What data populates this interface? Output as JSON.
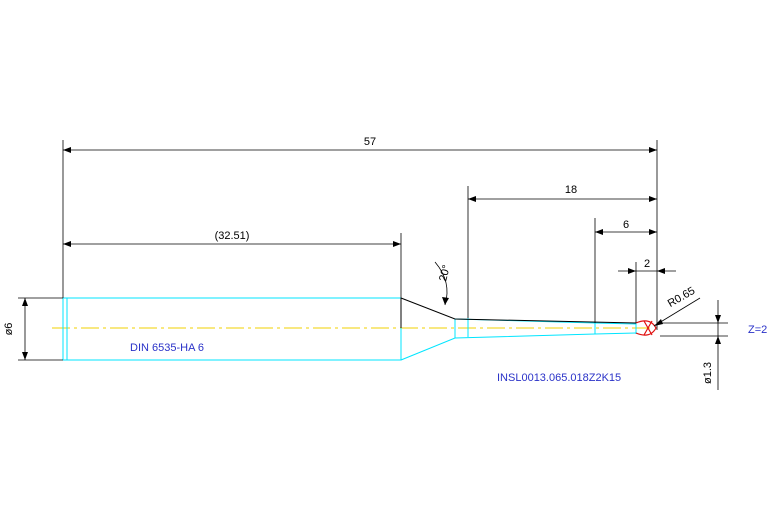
{
  "colors": {
    "outline": "#00e5ff",
    "dimension": "#000000",
    "centerline": "#f2d200",
    "label": "#2a32c8",
    "tip": "#e01010",
    "shank_edge": "#000000"
  },
  "dimensions": {
    "overall_length": "57",
    "shank_length": "(32.51)",
    "neck_length": "18",
    "reach_length": "6",
    "flute_length": "2",
    "taper_angle": "20°",
    "shank_diameter": "ø6",
    "neck_diameter": "ø1.3",
    "radius": "R0.65"
  },
  "labels": {
    "standard": "DIN 6535-HA 6",
    "part_number": "INSL0013.065.018Z2K15",
    "flutes": "Z=2"
  }
}
